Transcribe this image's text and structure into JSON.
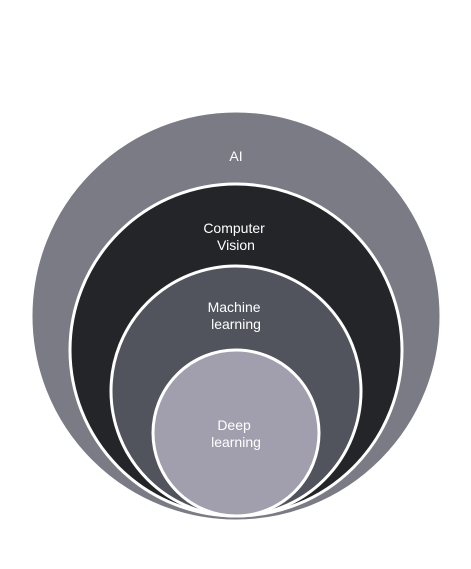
{
  "diagram": {
    "circles": [
      {
        "label_lines": [
          "AI"
        ],
        "fill": "#7a7b85"
      },
      {
        "label_lines": [
          "Computer",
          "Vision"
        ],
        "fill": "#242528"
      },
      {
        "label_lines": [
          "Machine",
          "learning"
        ],
        "fill": "#51545c"
      },
      {
        "label_lines": [
          "Deep",
          "learning"
        ],
        "fill": "#a19fad"
      }
    ],
    "stroke_color": "#ffffff"
  }
}
